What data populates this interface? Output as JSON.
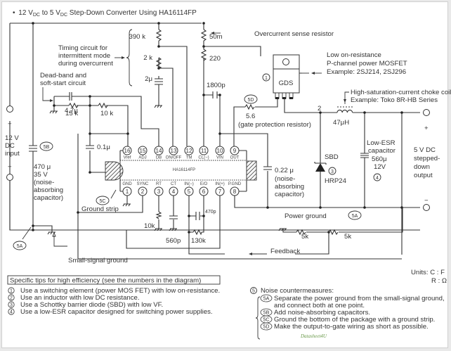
{
  "title": {
    "bullet": "•",
    "prefix": "12 V",
    "sub1": "DC",
    "mid": " to 5 V",
    "sub2": "DC",
    "suffix": " Step-Down Converter Using HA16114FP"
  },
  "ic": {
    "name": "HA16114FP",
    "top_pins": [
      {
        "num": "16",
        "label": "Vref"
      },
      {
        "num": "15",
        "label": "ADJ"
      },
      {
        "num": "14",
        "label": "DB"
      },
      {
        "num": "13",
        "label": "ON/OFF"
      },
      {
        "num": "12",
        "label": "TM"
      },
      {
        "num": "11",
        "label": "CL(−)"
      },
      {
        "num": "10",
        "label": "VIN"
      },
      {
        "num": "9",
        "label": "OUT"
      }
    ],
    "bottom_pins": [
      {
        "num": "1",
        "label": "GND"
      },
      {
        "num": "2",
        "label": "SYNC"
      },
      {
        "num": "3",
        "label": "RT"
      },
      {
        "num": "4",
        "label": "CT"
      },
      {
        "num": "5",
        "label": "IN(−)"
      },
      {
        "num": "6",
        "label": "E/O"
      },
      {
        "num": "7",
        "label": "IN(+)"
      },
      {
        "num": "8",
        "label": "P.GND"
      }
    ]
  },
  "components": {
    "r_390k": "390 k",
    "r_2k": "2 k",
    "c_2u": "2μ",
    "r_50m": "50m",
    "r_220": "220",
    "c_1800p": "1800p",
    "c_4_7u": "4.7μ",
    "r_15k": "15 k",
    "r_10k_top": "10 k",
    "c_0_1u": "0.1μ",
    "r_gate_value": "5.6",
    "r_gate_label": "(gate protection resistor)",
    "c_0_22u": "0.22 μ",
    "c_0_22u_note": [
      "(noise-",
      "absorbing",
      "capacitor)"
    ],
    "r_10k": "10k",
    "c_560p": "560p",
    "c_470p": "470p",
    "r_130k": "130k",
    "r_5k_a": "5k",
    "r_5k_b": "5k",
    "inductor": "47μH",
    "node_2": "2",
    "diode_type": "SBD",
    "diode_part": "HRP24",
    "c_out_lines": [
      "Low-ESR",
      "capacitor",
      "560μ",
      "12V"
    ],
    "c_in_lines": [
      "470 μ",
      "35 V",
      "(noise-",
      "absorbing",
      "capacitor)"
    ],
    "mosfet_pins": "GDS"
  },
  "annotations": {
    "timing": [
      "Timing circuit for",
      "intermittent mode",
      "during overcurrent"
    ],
    "deadband": [
      "Dead-band and",
      "soft-start circuit"
    ],
    "overcurrent": "Overcurrent sense resistor",
    "mosfet": [
      "Low on-resistance",
      "P-channel power MOSFET",
      "Example: 2SJ214, 2SJ296"
    ],
    "choke": [
      "High-saturation-current choke coil",
      "Example: Toko 8R-HB Series"
    ],
    "ground_strip": "Ground strip",
    "small_signal_ground": "Small-signal ground",
    "power_ground": "Power ground",
    "feedback": "Feedback",
    "input": [
      "12 V",
      "DC",
      "input"
    ],
    "output": [
      "5 V DC",
      "stepped-",
      "down",
      "output"
    ],
    "plus": "+",
    "minus": "−"
  },
  "markers": {
    "m1": "1",
    "m3": "3",
    "m4": "4",
    "m5": "5",
    "m5A": "5A",
    "m5B": "5B",
    "m5C": "5C",
    "m5D": "5D"
  },
  "units": {
    "line1": "Units:  C : F",
    "line2": "R : Ω"
  },
  "tips": {
    "header": "Specific tips for high efficiency (see the numbers in the diagram)",
    "items": [
      {
        "num": "1",
        "text": "Use a switching element (power MOS FET) with low on-resistance."
      },
      {
        "num": "2",
        "text": "Use an inductor with low DC resistance."
      },
      {
        "num": "3",
        "text": "Use a Schottky barrier diode (SBD) with low VF."
      },
      {
        "num": "4",
        "text": "Use a low-ESR capacitor designed for switching power supplies."
      }
    ],
    "noise": {
      "num": "5",
      "title": "Noise countermeasures:",
      "items": [
        {
          "tag": "5A",
          "lines": [
            "Separate the power ground from the small-signal ground,",
            "and connect both at one point."
          ]
        },
        {
          "tag": "5B",
          "lines": [
            "Add noise-absorbing capacitors."
          ]
        },
        {
          "tag": "5C",
          "lines": [
            "Ground the bottom of the package with a ground strip."
          ]
        },
        {
          "tag": "5D",
          "lines": [
            "Make the output-to-gate wiring as short as possible."
          ]
        }
      ]
    }
  },
  "watermark": "Datasheet4U"
}
